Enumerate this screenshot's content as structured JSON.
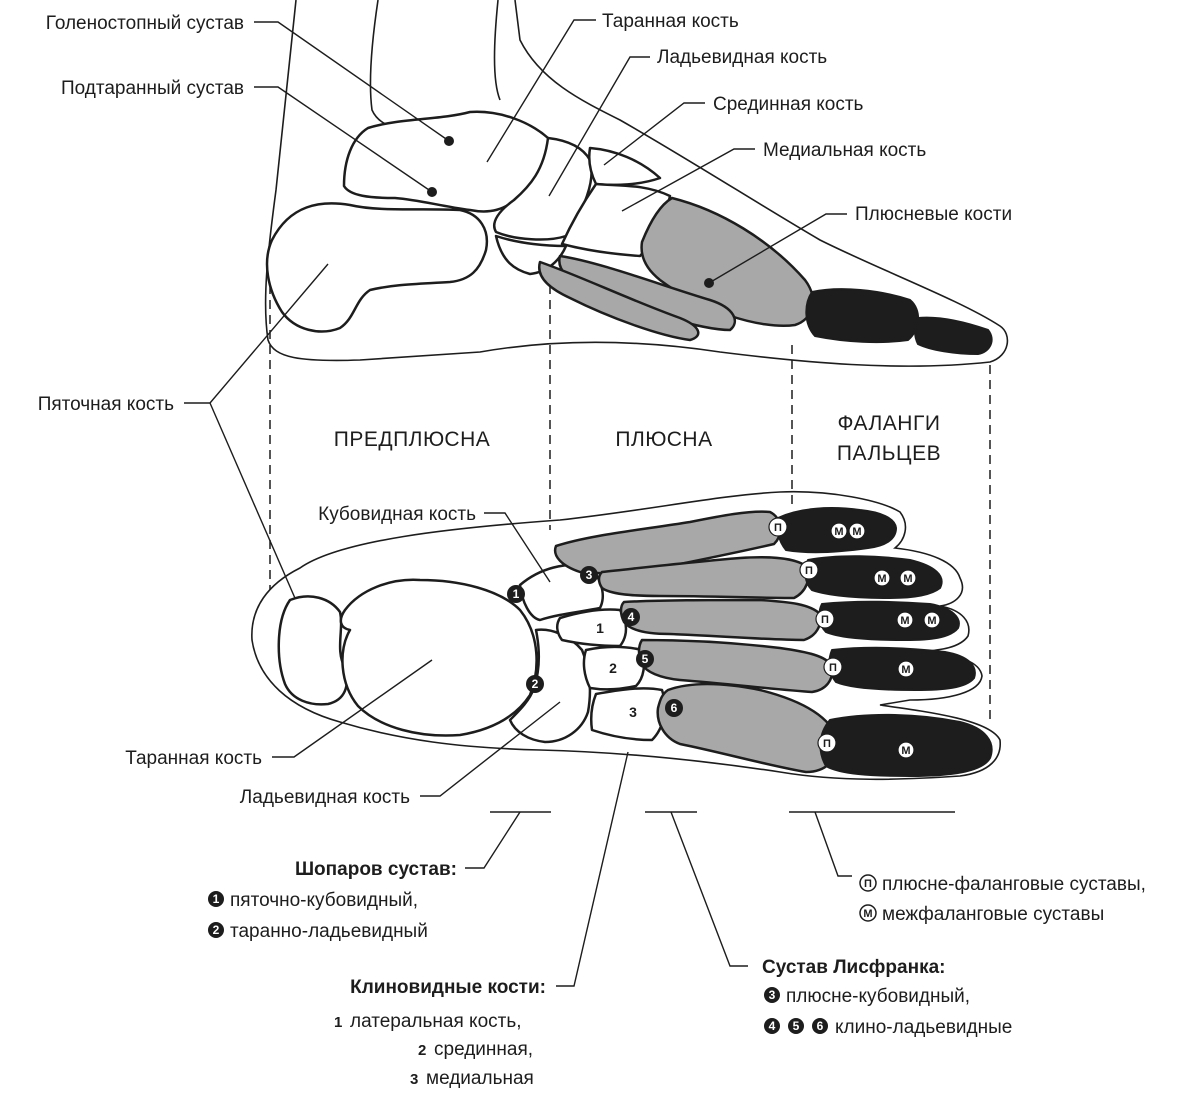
{
  "labels": {
    "ankle_joint": "Голеностопный сустав",
    "subtalar_joint": "Подтаранный сустав",
    "talus_top": "Таранная кость",
    "navicular_top": "Ладьевидная кость",
    "middle_bone": "Срединная кость",
    "medial_bone": "Медиальная кость",
    "metatarsals": "Плюсневые кости",
    "calcaneus": "Пяточная кость",
    "cuboid": "Кубовидная кость",
    "talus_bottom": "Таранная кость",
    "navicular_bottom": "Ладьевидная кость"
  },
  "sections": {
    "tarsus": "ПРЕДПЛЮСНА",
    "metatarsus": "ПЛЮСНА",
    "phalanges_line1": "ФАЛАНГИ",
    "phalanges_line2": "ПАЛЬЦЕВ"
  },
  "bone_numbers": {
    "cuneiform_1": "1",
    "cuneiform_2": "2",
    "cuneiform_3": "3",
    "joint_1": "1",
    "joint_2": "2",
    "joint_3": "3",
    "joint_4": "4",
    "joint_5": "5",
    "joint_6": "6"
  },
  "joint_marks": {
    "mtp": "П",
    "ip": "М"
  },
  "legend": {
    "chopart": {
      "title": "Шопаров сустав:",
      "item1_num": "1",
      "item1": "пяточно-кубовидный,",
      "item2_num": "2",
      "item2": "таранно-ладьевидный"
    },
    "cuneiforms": {
      "title": "Клиновидные кости:",
      "item1_num": "1",
      "item1": "латеральная кость,",
      "item2_num": "2",
      "item2": "срединная,",
      "item3_num": "3",
      "item3": "медиальная"
    },
    "lisfranc": {
      "title": "Сустав Лисфранка:",
      "item1_num": "3",
      "item1": "плюсне-кубовидный,",
      "item2_num_a": "4",
      "item2_num_b": "5",
      "item2_num_c": "6",
      "item2": "клино-ладьевидные"
    },
    "phalangeal": {
      "item1_mark": "П",
      "item1": "плюсне-фаланговые суставы,",
      "item2_mark": "М",
      "item2": "межфаланговые суставы"
    }
  },
  "colors": {
    "ink": "#1d1d1d",
    "bone_grey": "#a8a8a8",
    "background": "#ffffff"
  }
}
